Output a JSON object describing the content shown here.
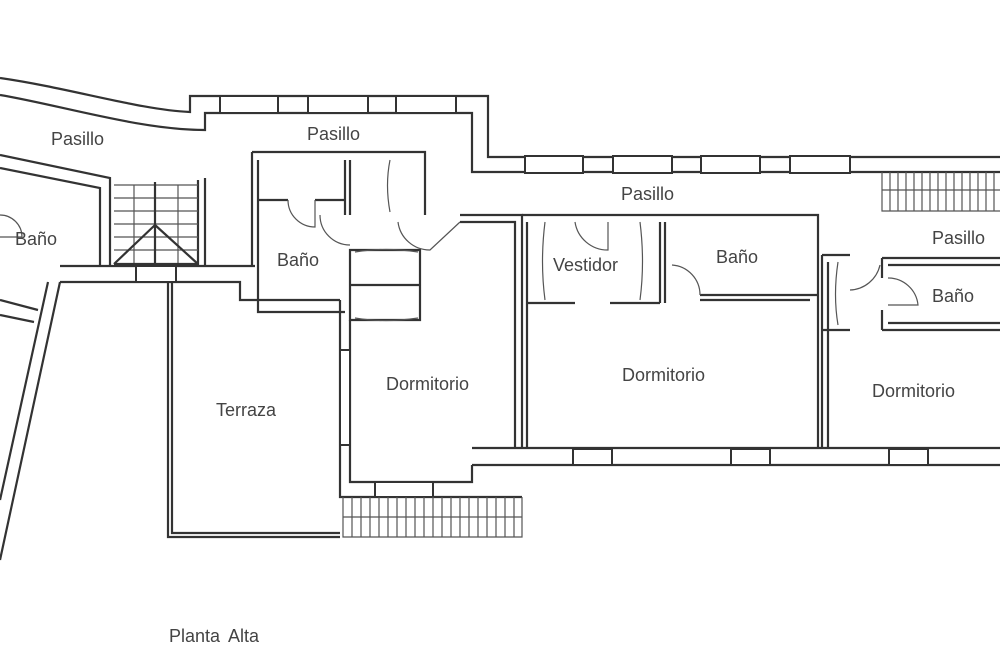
{
  "plan": {
    "title": "Planta Alta",
    "rooms": {
      "pasillo_left": "Pasillo",
      "pasillo_top": "Pasillo",
      "pasillo_center": "Pasillo",
      "pasillo_right": "Pasillo",
      "bano_left": "Baño",
      "bano_1": "Baño",
      "bano_2": "Baño",
      "bano_3": "Baño",
      "vestidor": "Vestidor",
      "terraza": "Terraza",
      "dormitorio_1": "Dormitorio",
      "dormitorio_2": "Dormitorio",
      "dormitorio_3": "Dormitorio"
    }
  }
}
